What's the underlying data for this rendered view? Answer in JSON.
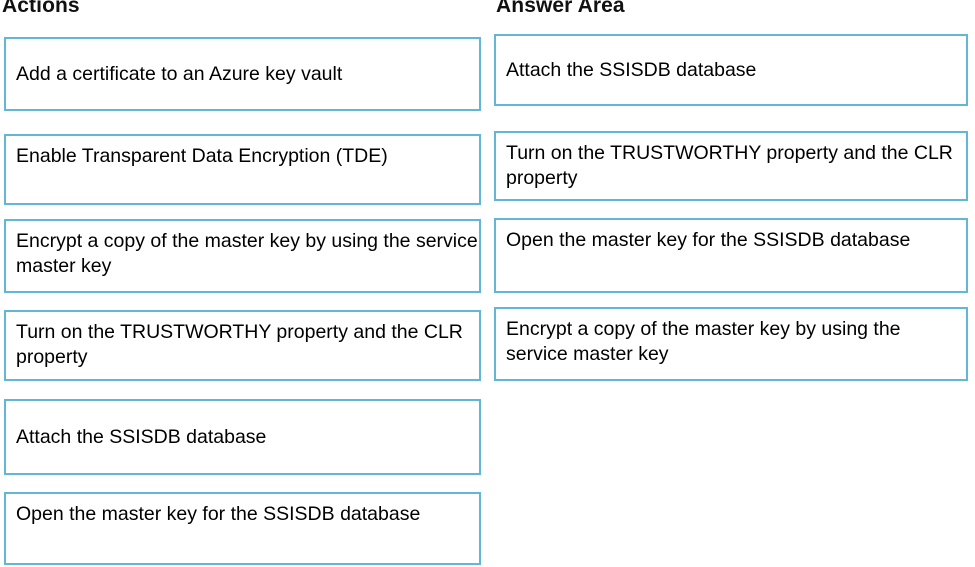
{
  "columns": {
    "actions": {
      "heading": "Actions",
      "items": [
        {
          "text": "Add a certificate to an Azure key vault"
        },
        {
          "text": "Enable Transparent Data Encryption (TDE)"
        },
        {
          "text": "Encrypt a copy of the master key by using the service master key"
        },
        {
          "text": "Turn on the TRUSTWORTHY property and the CLR property"
        },
        {
          "text": "Attach the SSISDB database"
        },
        {
          "text": "Open the master key for the SSISDB database"
        }
      ]
    },
    "answer_area": {
      "heading": "Answer Area",
      "items": [
        {
          "text": "Attach the SSISDB database"
        },
        {
          "text": "Turn on the TRUSTWORTHY property and the CLR property"
        },
        {
          "text": "Open the master key for the SSISDB database"
        },
        {
          "text": "Encrypt a copy of the master key by using the service master key"
        }
      ]
    }
  },
  "colors": {
    "box_border": "#63b6d4",
    "box_background": "#ffffff",
    "text": "#000000",
    "page_background": "#ffffff"
  }
}
